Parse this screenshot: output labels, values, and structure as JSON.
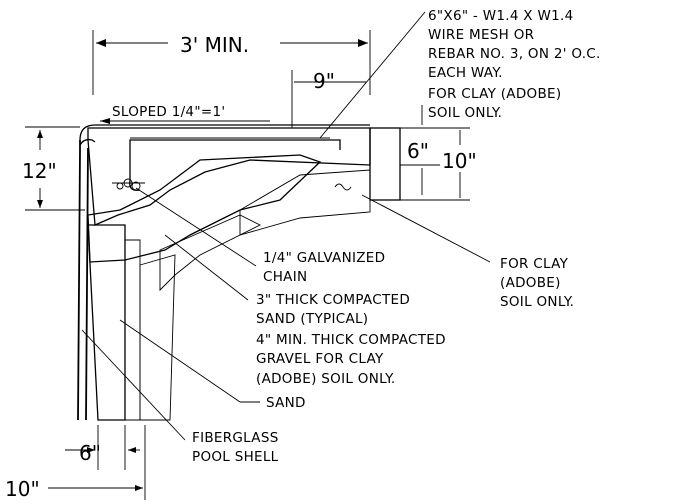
{
  "dimensions": {
    "width_min": "3' MIN.",
    "mesh_offset": "9\"",
    "height_total": "12\"",
    "beam_depth": "6\"",
    "beam_total": "10\"",
    "bottom_inner": "6\"",
    "bottom_outer": "10\""
  },
  "slope_note": "SLOPED 1/4\"=1'",
  "notes": {
    "mesh": [
      "6\"X6\" - W1.4 X W1.4",
      "WIRE MESH OR",
      "REBAR NO. 3, ON 2' O.C.",
      "EACH WAY.",
      "FOR CLAY (ADOBE)",
      "SOIL ONLY."
    ],
    "chain": [
      "1/4\" GALVANIZED",
      "CHAIN"
    ],
    "sand_compacted": [
      "3\" THICK COMPACTED",
      "SAND (TYPICAL)"
    ],
    "gravel": [
      "4\" MIN. THICK COMPACTED",
      "GRAVEL FOR CLAY",
      "(ADOBE) SOIL ONLY."
    ],
    "sand": "SAND",
    "clay": [
      "FOR CLAY",
      "(ADOBE)",
      "SOIL ONLY."
    ],
    "shell": [
      "FIBERGLASS",
      "POOL SHELL"
    ]
  },
  "colors": {
    "ink": "#000000",
    "paper": "#ffffff"
  }
}
